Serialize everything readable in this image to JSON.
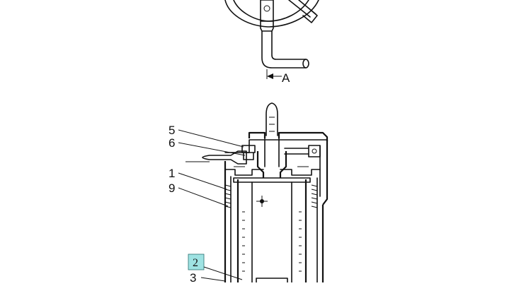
{
  "diagram": {
    "view_label": "A",
    "callouts": [
      {
        "id": "5",
        "text": "5"
      },
      {
        "id": "6",
        "text": "6"
      },
      {
        "id": "1",
        "text": "1"
      },
      {
        "id": "9",
        "text": "9"
      },
      {
        "id": "2",
        "text": "2",
        "highlighted": true
      },
      {
        "id": "3",
        "text": "3"
      }
    ],
    "highlight_color": "#9fe3e3"
  }
}
